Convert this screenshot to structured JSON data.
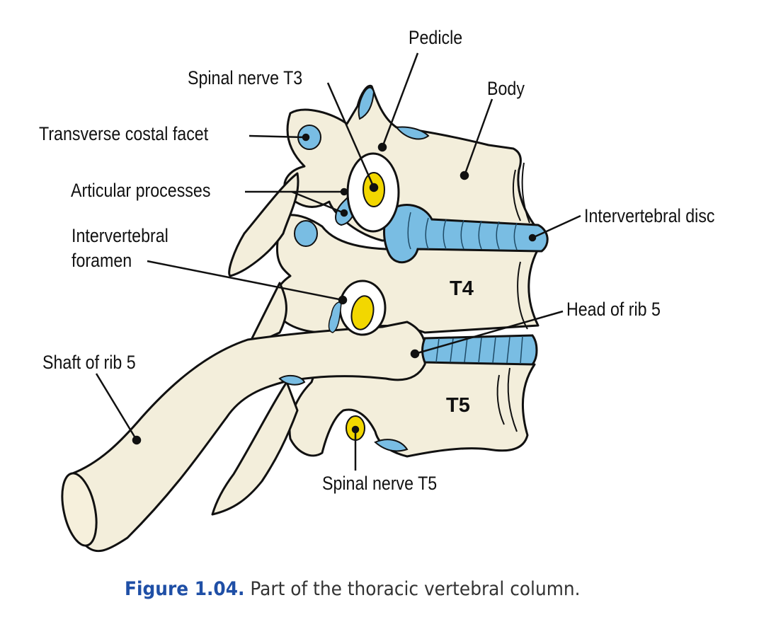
{
  "figure": {
    "caption_prefix": "Figure 1.04.",
    "caption_text": " Part of the thoracic vertebral column."
  },
  "labels": {
    "pedicle": "Pedicle",
    "spinal_nerve_t3": "Spinal nerve T3",
    "body": "Body",
    "transverse_costal_facet": "Transverse costal facet",
    "articular_processes": "Articular processes",
    "intervertebral_foramen_line1": "Intervertebral",
    "intervertebral_foramen_line2": "foramen",
    "intervertebral_disc": "Intervertebral disc",
    "head_of_rib_5": "Head of rib 5",
    "shaft_of_rib_5": "Shaft of rib 5",
    "spinal_nerve_t5": "Spinal nerve T5"
  },
  "vertebrae": {
    "t4": "T4",
    "t5": "T5"
  },
  "colors": {
    "bone": "#f3eedb",
    "cartilage_blue": "#79bde3",
    "nerve_yellow": "#f2d700",
    "outline": "#111111",
    "caption_blue": "#1f4fa6"
  }
}
